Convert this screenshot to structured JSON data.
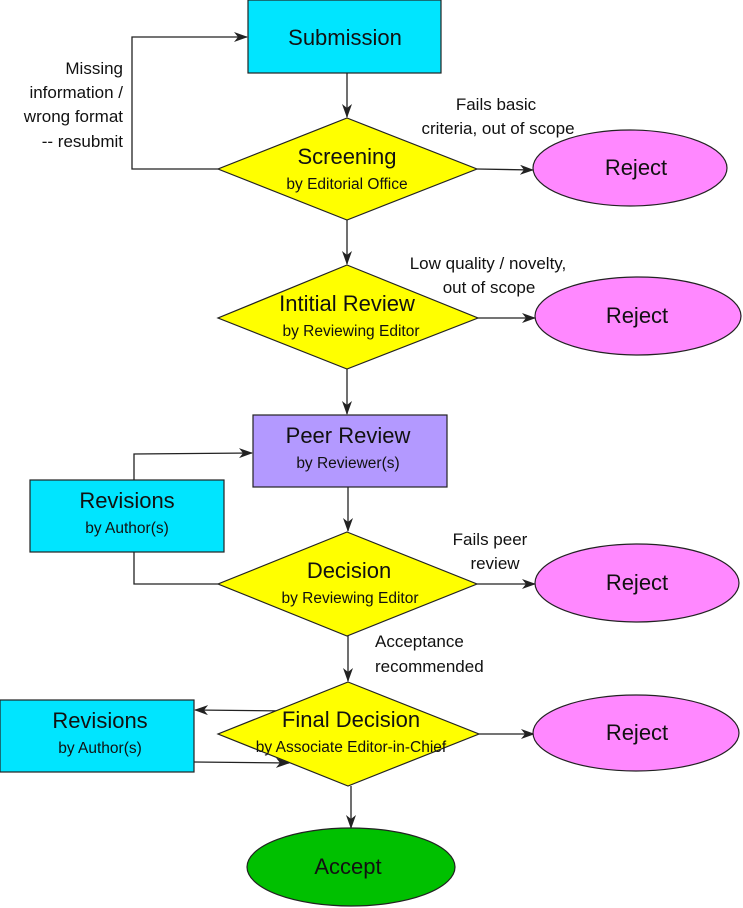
{
  "colors": {
    "process_box": "#00E5FF",
    "peer_review_box": "#B399FF",
    "decision_diamond": "#FFFF00",
    "reject_ellipse": "#FF88FF",
    "accept_ellipse": "#00C000",
    "line": "#222222"
  },
  "nodes": {
    "submission": {
      "title": "Submission"
    },
    "screening": {
      "title": "Screening",
      "subtitle": "by Editorial Office"
    },
    "initial_review": {
      "title": "Intitial Review",
      "subtitle": "by Reviewing Editor"
    },
    "peer_review": {
      "title": "Peer Review",
      "subtitle": "by Reviewer(s)"
    },
    "revisions_1": {
      "title": "Revisions",
      "subtitle": "by Author(s)"
    },
    "decision": {
      "title": "Decision",
      "subtitle": "by Reviewing Editor"
    },
    "final_decision": {
      "title": "Final Decision",
      "subtitle": "by Associate Editor-in-Chief"
    },
    "revisions_2": {
      "title": "Revisions",
      "subtitle": "by Author(s)"
    },
    "reject_1": {
      "title": "Reject"
    },
    "reject_2": {
      "title": "Reject"
    },
    "reject_3": {
      "title": "Reject"
    },
    "reject_4": {
      "title": "Reject"
    },
    "accept": {
      "title": "Accept"
    }
  },
  "edge_labels": {
    "resubmit": [
      "Missing",
      "information /",
      "wrong format",
      "-- resubmit"
    ],
    "screening_reject": [
      "Fails basic",
      "criteria, out of scope"
    ],
    "initial_reject": [
      "Low quality / novelty,",
      "out of scope"
    ],
    "decision_reject": [
      "Fails peer",
      "review"
    ],
    "acceptance": [
      "Acceptance",
      "recommended"
    ]
  }
}
